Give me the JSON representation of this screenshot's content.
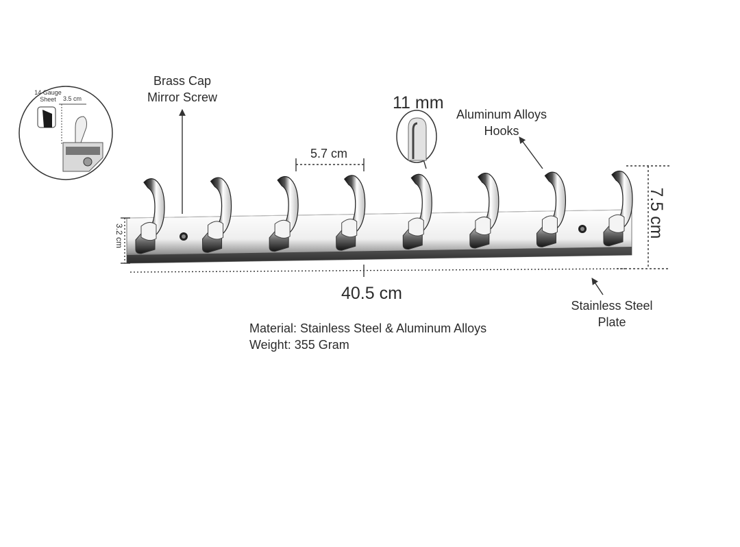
{
  "callouts": {
    "brass_cap": "Brass Cap",
    "mirror_screw": "Mirror Screw",
    "hook_width": "11 mm",
    "hooks_line1": "Aluminum Alloys",
    "hooks_line2": "Hooks",
    "plate_line1": "Stainless Steel",
    "plate_line2": "Plate"
  },
  "dimensions": {
    "spacing": "5.7 cm",
    "length": "40.5 cm",
    "plate_height": "3.2 cm",
    "total_height": "7.5 cm"
  },
  "inset": {
    "gauge_line1": "14 Gauge",
    "gauge_line2": "Sheet",
    "hook_height": "3.5 cm"
  },
  "specs": {
    "material": "Material: Stainless Steel & Aluminum Alloys",
    "weight": "Weight: 355 Gram"
  },
  "colors": {
    "chrome_light": "#f4f4f4",
    "chrome_dark": "#1a1a1a",
    "line": "#333333"
  },
  "hook_count": 8
}
